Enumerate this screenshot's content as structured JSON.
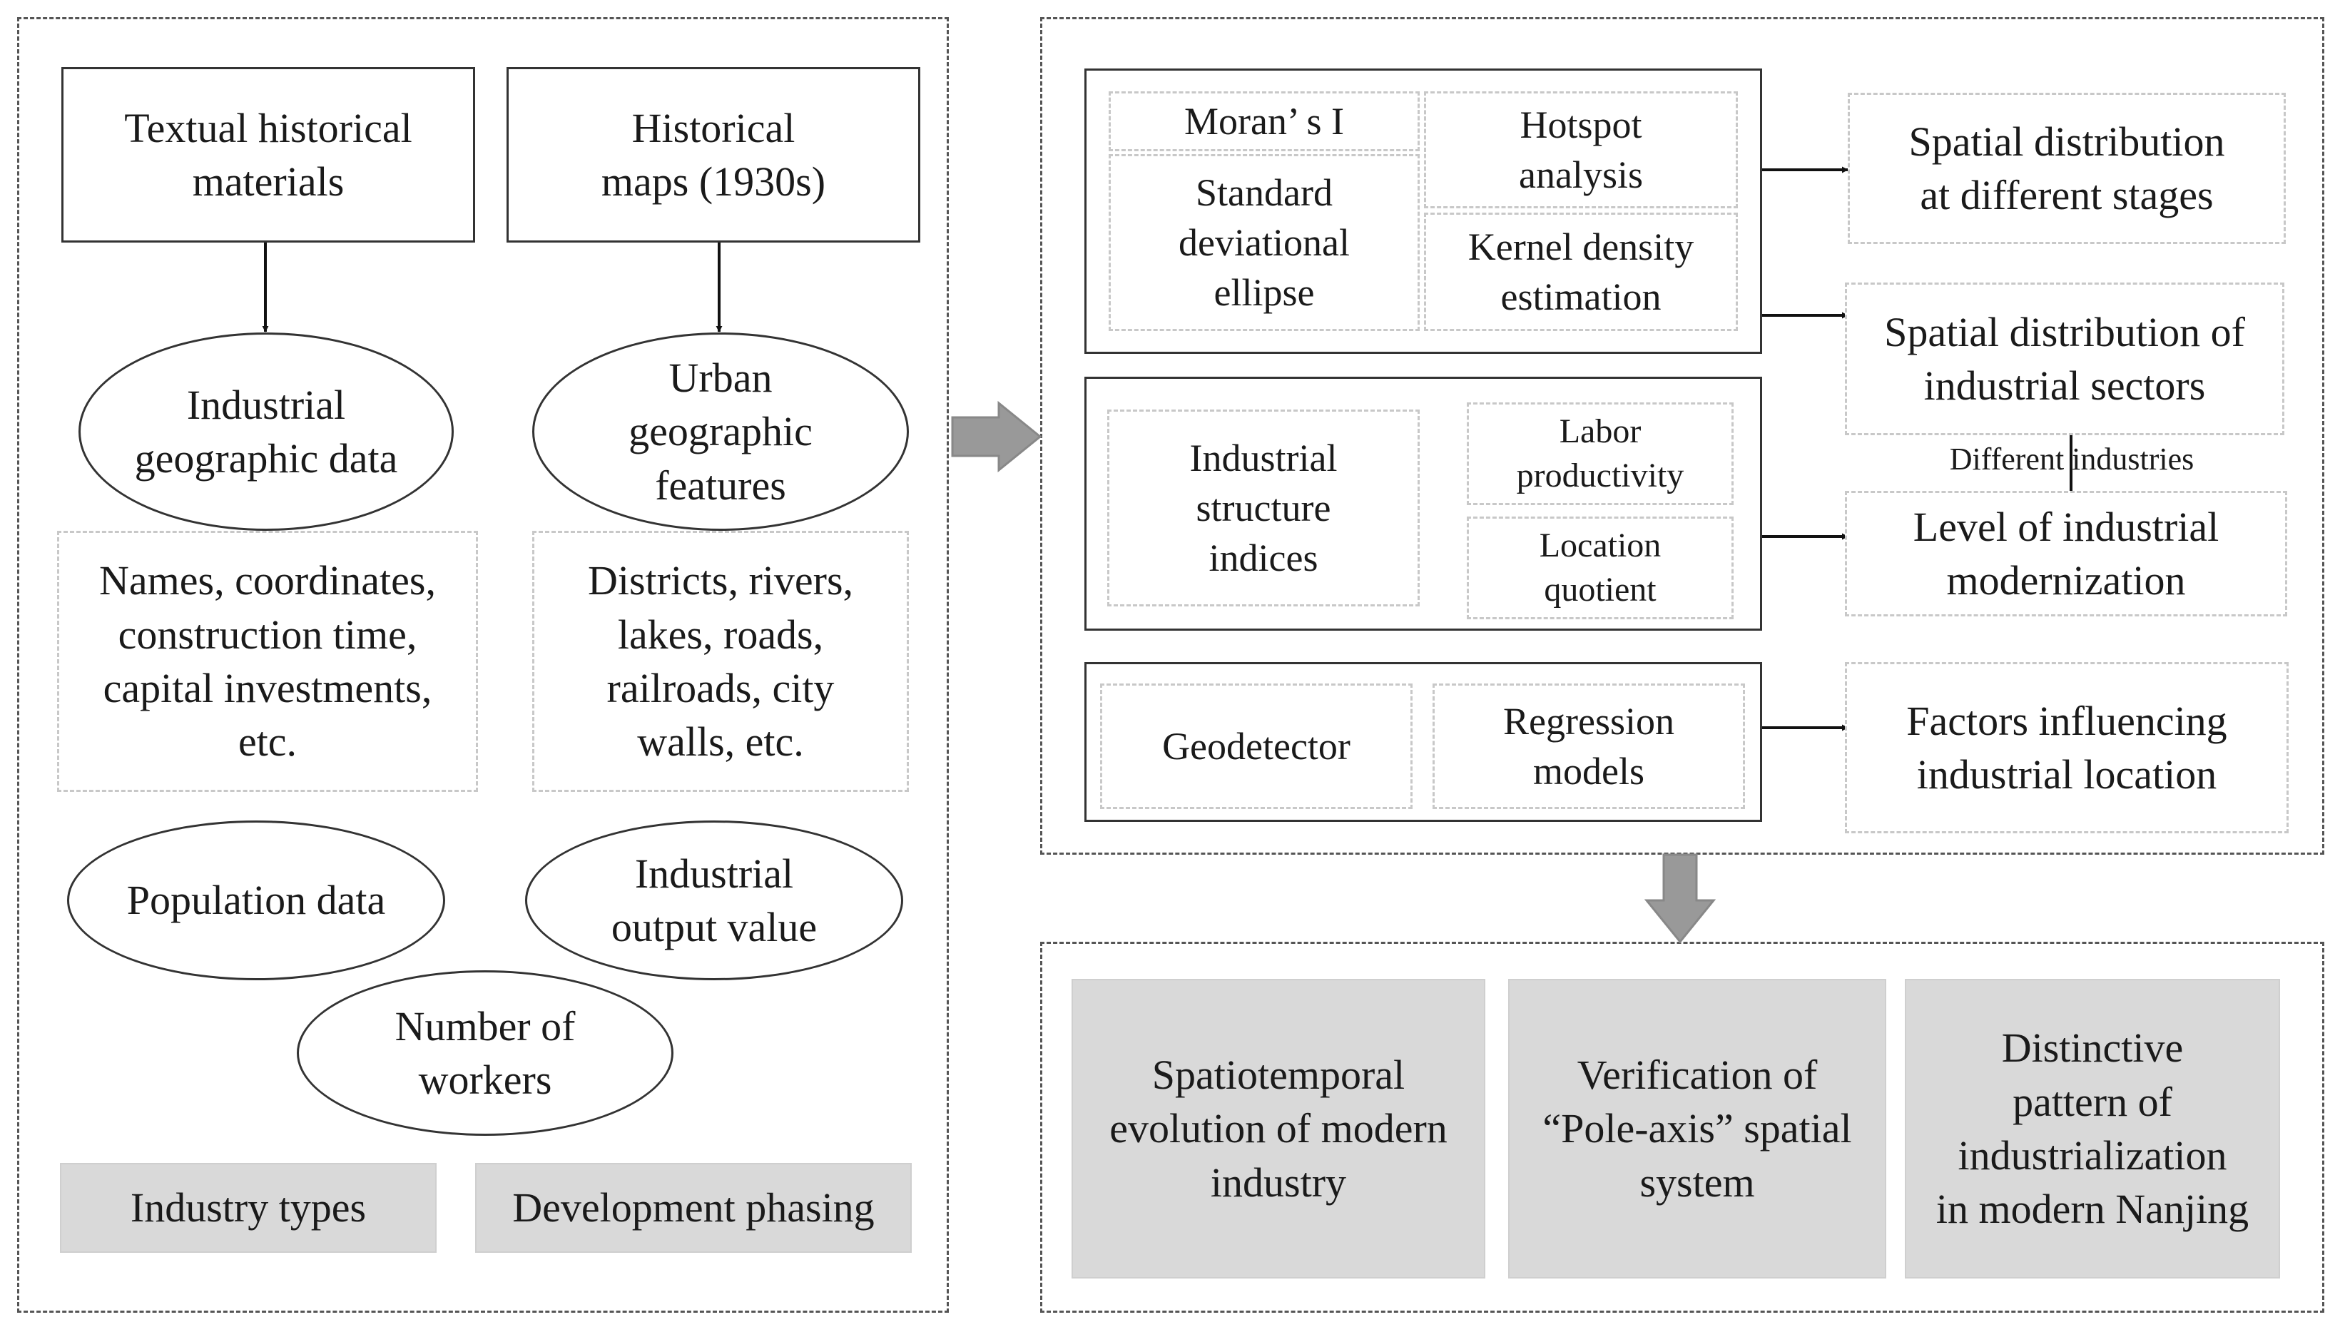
{
  "left_panel": {
    "sources": {
      "textual": "Textual historical\nmaterials",
      "maps": "Historical\nmaps (1930s)"
    },
    "ellipses": {
      "industrial_geo": "Industrial\ngeographic data",
      "urban_geo": "Urban\ngeographic\nfeatures"
    },
    "details": {
      "industrial_geo": "Names, coordinates,\nconstruction time,\ncapital investments,\netc.",
      "urban_geo": "Districts, rivers,\nlakes, roads,\nrailroads,  city\nwalls, etc."
    },
    "other_data": {
      "population": "Population data",
      "output_value": "Industrial\noutput value",
      "workers": "Number of\nworkers"
    },
    "classifiers": {
      "industry_types": "Industry types",
      "development_phasing": "Development phasing"
    }
  },
  "right_panel": {
    "methods_group1": {
      "morans_i": "Moran’ s I",
      "hotspot": "Hotspot\nanalysis",
      "sde": "Standard\ndeviational\nellipse",
      "kde": "Kernel density\nestimation"
    },
    "methods_group2": {
      "structure_indices": "Industrial\nstructure\nindices",
      "labor_productivity": "Labor\nproductivity",
      "location_quotient": "Location\nquotient"
    },
    "methods_group3": {
      "geodetector": "Geodetector",
      "regression": "Regression\nmodels"
    },
    "outcomes": {
      "spatial_stages": "Spatial distribution\nat different stages",
      "spatial_sectors": "Spatial distribution of\nindustrial sectors",
      "modernization": "Level of industrial\nmodernization",
      "factors": "Factors influencing\nindustrial location"
    },
    "link_label": "Different industries"
  },
  "conclusions": {
    "evolution": "Spatiotemporal\nevolution of  modern\nindustry",
    "pole_axis": "Verification of\n“Pole-axis” spatial\nsystem",
    "pattern": "Distinctive\npattern of\nindustrialization\nin modern Nanjing"
  },
  "colors": {
    "panel_border": "#555555",
    "solid_border": "#333333",
    "dashed_box_border": "#c8c8c8",
    "grey_fill": "#d9d9d9",
    "big_arrow": "#999999"
  }
}
